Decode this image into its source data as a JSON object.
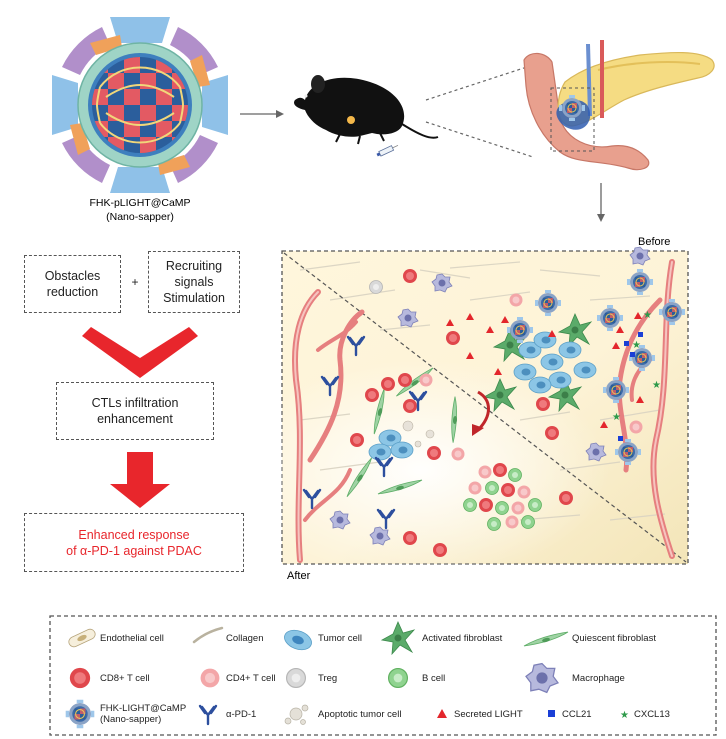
{
  "nanoparticle": {
    "name": "FHK-pLIGHT@CaMP",
    "alias": "(Nano-sapper)"
  },
  "flow": {
    "obstacles": "Obstacles reduction",
    "plus": "+",
    "recruiting": [
      "Recruiting",
      "signals",
      "Stimulation"
    ],
    "ctl": [
      "CTLs infiltration",
      "enhancement"
    ],
    "response": [
      "Enhanced response",
      "of α-PD-1 against PDAC"
    ]
  },
  "panel": {
    "before": "Before",
    "after": "After"
  },
  "legend": {
    "items": [
      {
        "label": "Endothelial cell"
      },
      {
        "label": "Collagen"
      },
      {
        "label": "Tumor cell"
      },
      {
        "label": "Activated fibroblast"
      },
      {
        "label": "Quiescent fibroblast"
      },
      {
        "label": "CD8+ T cell"
      },
      {
        "label": "CD4+ T cell"
      },
      {
        "label": "Treg"
      },
      {
        "label": "B cell"
      },
      {
        "label": "Macrophage"
      },
      {
        "label": "FHK-LIGHT@CaMP"
      },
      {
        "label": "(Nano-sapper)"
      },
      {
        "label": "α-PD-1"
      },
      {
        "label": "Apoptotic tumor cell"
      },
      {
        "label": "Secreted LIGHT"
      },
      {
        "label": "CCL21"
      },
      {
        "label": "CXCL13"
      }
    ]
  },
  "colors": {
    "arrow_red": "#e8262c",
    "cd8": "#e0474c",
    "cd4": "#f3a6a8",
    "b_cell": "#8fd38f",
    "tumor": "#8cc6e6",
    "fibroblast": "#5bab6a",
    "ccl21": "#1a3fd6",
    "cxcl13": "#2e9a4a"
  }
}
